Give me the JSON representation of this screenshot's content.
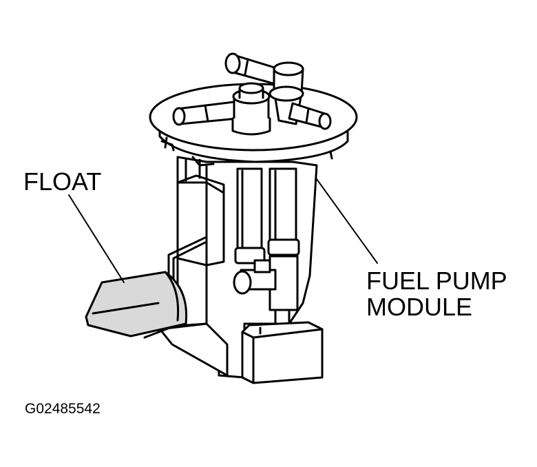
{
  "labels": {
    "float": "FLOAT",
    "module_line1": "FUEL PUMP",
    "module_line2": "MODULE",
    "figure_id": "G02485542"
  },
  "colors": {
    "ink": "#000000",
    "paper": "#ffffff",
    "shade": "#d9d9d9"
  }
}
